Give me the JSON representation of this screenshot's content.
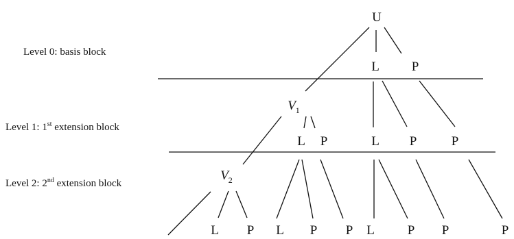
{
  "levels": [
    {
      "prefix": "Level 0: basis block",
      "sup": "",
      "suffix": ""
    },
    {
      "prefix": "Level 1: 1",
      "sup": "st",
      "suffix": " extension block"
    },
    {
      "prefix": "Level 2: 2",
      "sup": "nd",
      "suffix": " extension block"
    }
  ],
  "nodes": {
    "root": "U",
    "v1": {
      "base": "V",
      "sub": "1"
    },
    "v2": {
      "base": "V",
      "sub": "2"
    },
    "L": "L",
    "P": "P"
  },
  "colors": {
    "ink": "#111111",
    "background": "#ffffff"
  }
}
